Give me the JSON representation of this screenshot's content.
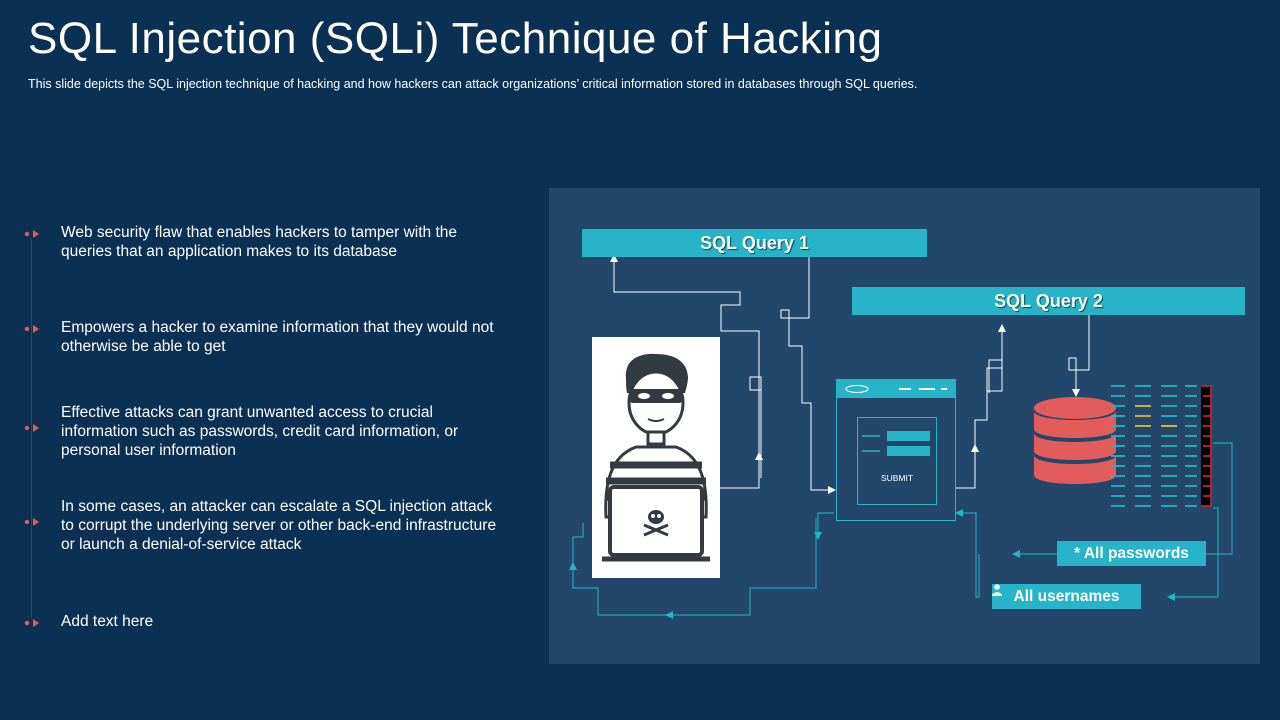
{
  "header": {
    "title": "SQL Injection (SQLi) Technique of Hacking",
    "subtitle": "This slide depicts the SQL injection technique of hacking and how hackers can attack organizations’ critical information stored in databases through SQL queries."
  },
  "bullets": [
    {
      "text": "Web security flaw that enables hackers to tamper with the queries that an application makes to its database"
    },
    {
      "text": "Empowers a hacker to examine information that they would not otherwise be able to get"
    },
    {
      "text": "Effective attacks can grant unwanted access to crucial information such as passwords, credit card information, or personal user information"
    },
    {
      "text": "In some cases, an attacker can escalate a SQL injection attack to corrupt the underlying server or other back-end infrastructure  or launch  a denial-of-service attack"
    },
    {
      "text": "Add text here"
    }
  ],
  "diagram": {
    "query1": "SQL Query 1",
    "query2": "SQL Query 2",
    "submit_label": "SUBMIT",
    "passwords_label": "* All passwords",
    "usernames_label": "All usernames"
  },
  "colors": {
    "background": "#0c3052",
    "panel": "#22476a",
    "accent_teal": "#27b4c8",
    "bullet_red": "#e25c5c",
    "database_red": "#e25c5c"
  }
}
